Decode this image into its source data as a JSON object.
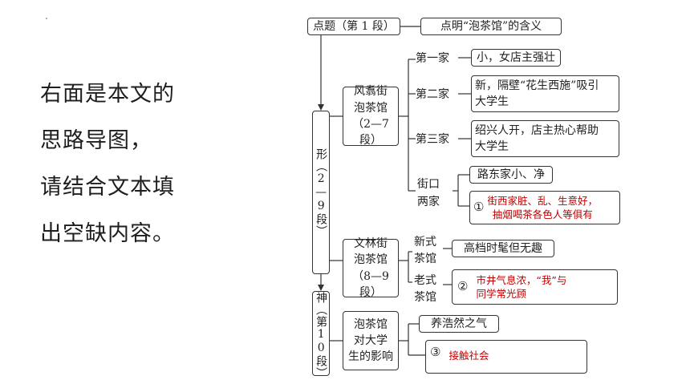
{
  "intro": {
    "line1": "右面是本文的",
    "line2": "思路导图，",
    "line3": "请结合文本填",
    "line4": "出空缺内容。"
  },
  "diagram": {
    "top": {
      "label": "点题（第 1 段）",
      "result": "点明“泡茶馆”的含义"
    },
    "xing": {
      "label": "形（2—9段）"
    },
    "shen": {
      "label": "神（第10段）"
    },
    "fengzhu": {
      "label_line1": "风翥街",
      "label_line2": "泡茶馆",
      "label_line3": "（2—7 段）",
      "house1": {
        "label": "第一家",
        "desc": "小，女店主强壮"
      },
      "house2": {
        "label": "第二家",
        "desc_line1": "新，隔壁“花生西施”吸引",
        "desc_line2": "大学生"
      },
      "house3": {
        "label": "第三家",
        "desc_line1": "绍兴人开，店主热心帮助",
        "desc_line2": "大学生"
      },
      "jiekou": {
        "label_line1": "街口",
        "label_line2": "两家",
        "east": "路东家小、净",
        "west_num": "①",
        "west_line1": "街西家脏、乱、生意好，",
        "west_line2": "抽烟喝茶各色人等俱有"
      }
    },
    "wenlin": {
      "label_line1": "文林街",
      "label_line2": "泡茶馆",
      "label_line3": "（8—9 段）",
      "new_label_line1": "新式",
      "new_label_line2": "茶馆",
      "new_desc": "高档时髦但无趣",
      "old_label_line1": "老式",
      "old_label_line2": "茶馆",
      "old_num": "②",
      "old_line1": "市井气息浓，“我”与",
      "old_line2": "同学常光顾"
    },
    "effect": {
      "label_line1": "泡茶馆",
      "label_line2": "对大学",
      "label_line3": "生的影响",
      "item1": "养浩然之气",
      "item2_num": "③",
      "item2": "接触社会"
    }
  }
}
